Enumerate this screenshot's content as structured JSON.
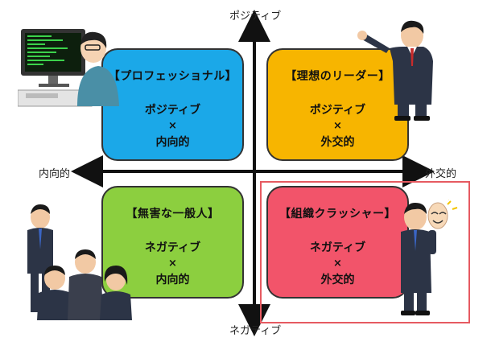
{
  "axes": {
    "top": "ポジティブ",
    "bottom": "ネガティブ",
    "left": "内向的",
    "right": "外交的"
  },
  "quadrants": [
    {
      "id": "tl",
      "title": "【プロフェッショナル】",
      "line1": "ポジティブ",
      "times": "×",
      "line2": "内向的",
      "color": "#1ba8e8"
    },
    {
      "id": "tr",
      "title": "【理想のリーダー】",
      "line1": "ポジティブ",
      "times": "×",
      "line2": "外交的",
      "color": "#f7b500"
    },
    {
      "id": "bl",
      "title": "【無害な一般人】",
      "line1": "ネガティブ",
      "times": "×",
      "line2": "内向的",
      "color": "#8ccf3f"
    },
    {
      "id": "br",
      "title": "【組織クラッシャー】",
      "line1": "ネガティブ",
      "times": "×",
      "line2": "外交的",
      "color": "#f2546a"
    }
  ],
  "highlight_color": "#e65a61",
  "illustrations": {
    "tl": "programmer-at-computer-illustration",
    "tr": "pointing-leader-illustration",
    "bl": "group-of-office-workers-illustration",
    "br": "businessman-with-mask-illustration"
  }
}
